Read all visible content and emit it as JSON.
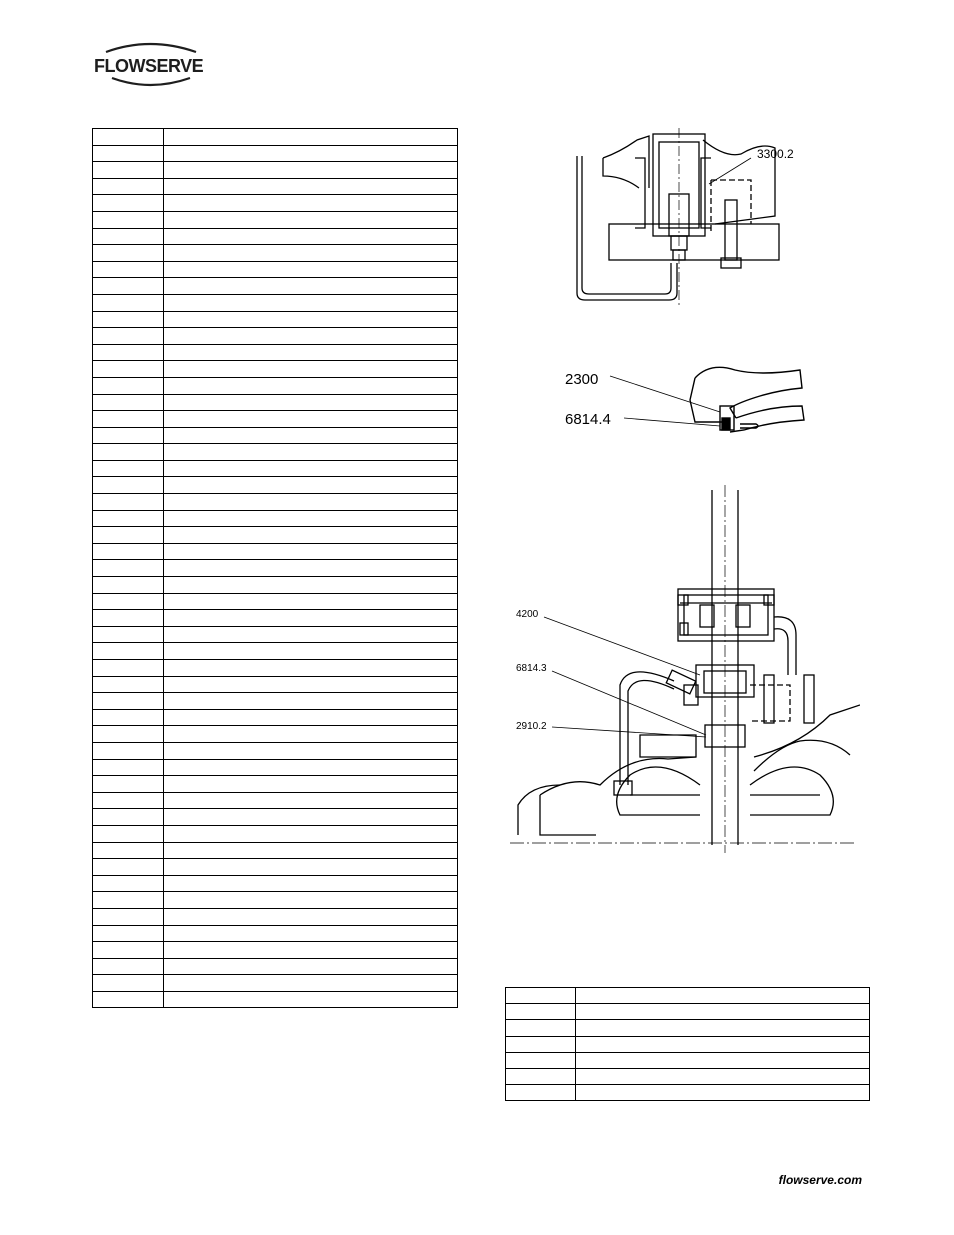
{
  "header": {
    "logo_text": "FLOWSERVE"
  },
  "left_table": {
    "rows": [
      [
        "",
        ""
      ],
      [
        "",
        ""
      ],
      [
        "",
        ""
      ],
      [
        "",
        ""
      ],
      [
        "",
        ""
      ],
      [
        "",
        ""
      ],
      [
        "",
        ""
      ],
      [
        "",
        ""
      ],
      [
        "",
        ""
      ],
      [
        "",
        ""
      ],
      [
        "",
        ""
      ],
      [
        "",
        ""
      ],
      [
        "",
        ""
      ],
      [
        "",
        ""
      ],
      [
        "",
        ""
      ],
      [
        "",
        ""
      ],
      [
        "",
        ""
      ],
      [
        "",
        ""
      ],
      [
        "",
        ""
      ],
      [
        "",
        ""
      ],
      [
        "",
        ""
      ],
      [
        "",
        ""
      ],
      [
        "",
        ""
      ],
      [
        "",
        ""
      ],
      [
        "",
        ""
      ],
      [
        "",
        ""
      ],
      [
        "",
        ""
      ],
      [
        "",
        ""
      ],
      [
        "",
        ""
      ],
      [
        "",
        ""
      ],
      [
        "",
        ""
      ],
      [
        "",
        ""
      ],
      [
        "",
        ""
      ],
      [
        "",
        ""
      ],
      [
        "",
        ""
      ],
      [
        "",
        ""
      ],
      [
        "",
        ""
      ],
      [
        "",
        ""
      ],
      [
        "",
        ""
      ],
      [
        "",
        ""
      ],
      [
        "",
        ""
      ],
      [
        "",
        ""
      ],
      [
        "",
        ""
      ],
      [
        "",
        ""
      ],
      [
        "",
        ""
      ],
      [
        "",
        ""
      ],
      [
        "",
        ""
      ],
      [
        "",
        ""
      ],
      [
        "",
        ""
      ],
      [
        "",
        ""
      ],
      [
        "",
        ""
      ],
      [
        "",
        ""
      ],
      [
        "",
        ""
      ]
    ]
  },
  "right_table": {
    "rows": [
      [
        "",
        ""
      ],
      [
        "",
        ""
      ],
      [
        "",
        ""
      ],
      [
        "",
        ""
      ],
      [
        "",
        ""
      ],
      [
        "",
        ""
      ],
      [
        "",
        ""
      ]
    ]
  },
  "figures": {
    "fig1": {
      "label": "3300.2"
    },
    "fig2": {
      "label_a": "2300",
      "label_b": "6814.4"
    },
    "fig3": {
      "label_a": "4200",
      "label_b": "6814.3",
      "label_c": "2910.2"
    }
  },
  "footer": {
    "url": "flowserve.com"
  }
}
